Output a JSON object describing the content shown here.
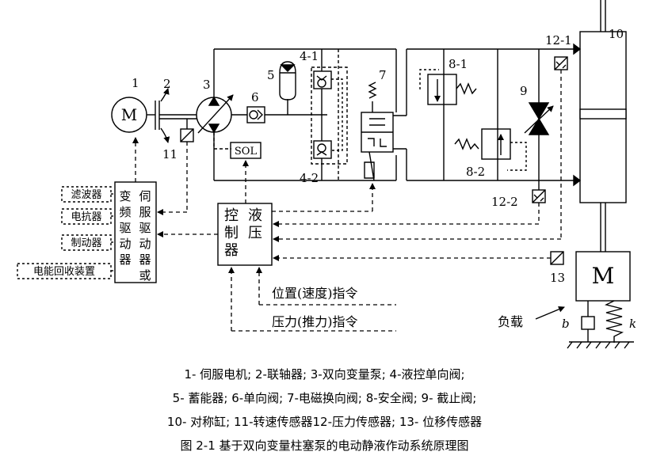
{
  "labels": {
    "n1": "1",
    "n2": "2",
    "n3": "3",
    "n4_1": "4-1",
    "n4_2": "4-2",
    "n5": "5",
    "n6": "6",
    "n7": "7",
    "n8_1": "8-1",
    "n8_2": "8-2",
    "n9": "9",
    "n10": "10",
    "n11": "11",
    "n12_1": "12-1",
    "n12_2": "12-2",
    "n13": "13",
    "b": "b",
    "k": "k"
  },
  "blocks": {
    "motor_letter": "M",
    "load_letter": "M",
    "sol": "SOL",
    "vfd_col1": [
      "变",
      "频",
      "驱",
      "动",
      "器"
    ],
    "vfd_col2": [
      "伺",
      "服",
      "驱",
      "动",
      "器",
      "或"
    ],
    "ctrl_col1": [
      "控",
      "制",
      "器"
    ],
    "ctrl_col2": [
      "液",
      "压"
    ],
    "accessories": [
      "滤波器",
      "电抗器",
      "制动器",
      "电能回收装置"
    ]
  },
  "commands": {
    "position": "位置(速度)指令",
    "force": "压力(推力)指令",
    "load": "负载"
  },
  "caption": {
    "line1": "1- 伺服电机; 2-联轴器; 3-双向变量泵; 4-液控单向阀;",
    "line2": "5- 蓄能器; 6-单向阀; 7-电磁换向阀; 8-安全阀; 9- 截止阀;",
    "line3": "10- 对称缸; 11-转速传感器12-压力传感器; 13- 位移传感器",
    "title": "图 2-1  基于双向变量柱塞泵的电动静液作动系统原理图"
  }
}
